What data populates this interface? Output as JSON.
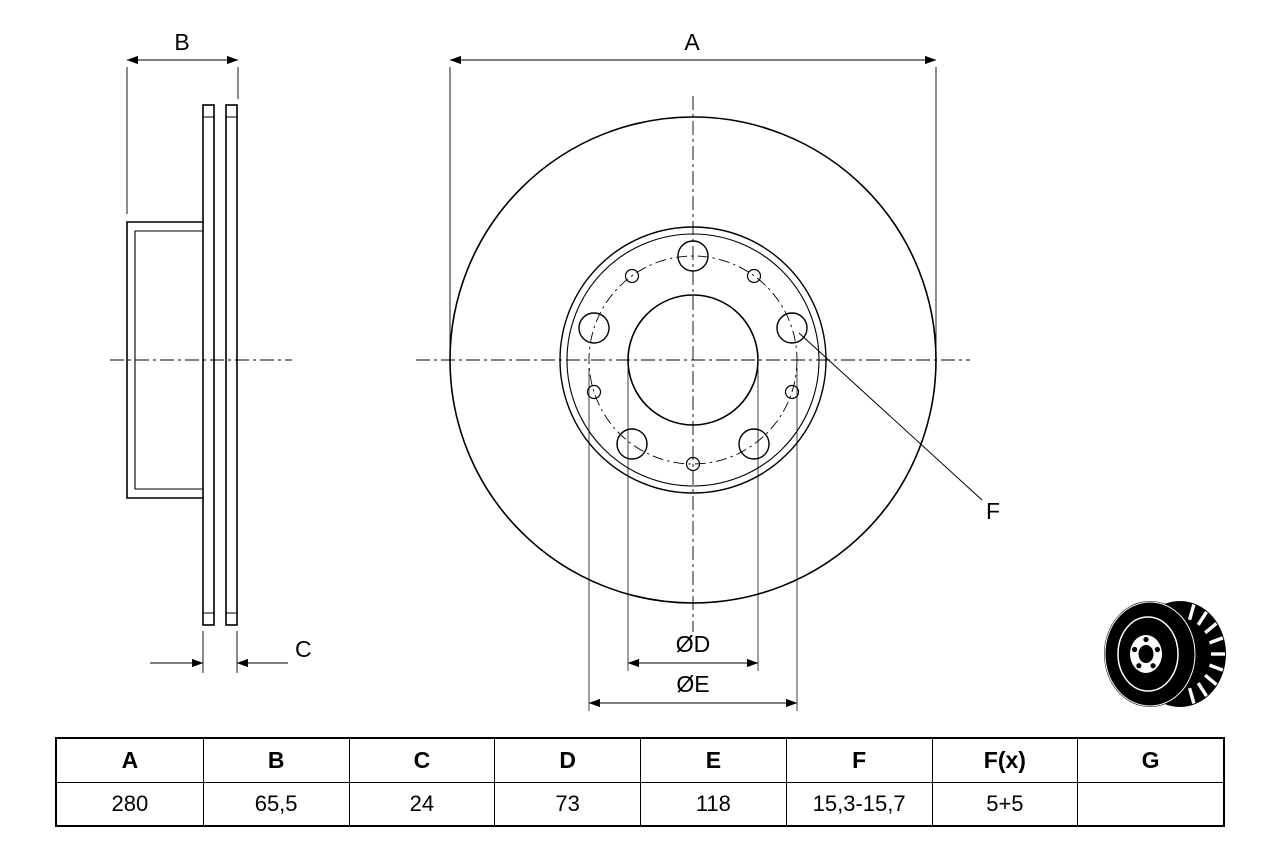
{
  "drawing": {
    "labels": {
      "a": "A",
      "b": "B",
      "c": "C",
      "f": "F",
      "d_dia": "ØD",
      "e_dia": "ØE"
    }
  },
  "table": {
    "headers": [
      "A",
      "B",
      "C",
      "D",
      "E",
      "F",
      "F(x)",
      "G"
    ],
    "values": [
      "280",
      "65,5",
      "24",
      "73",
      "118",
      "15,3-15,7",
      "5+5",
      ""
    ]
  },
  "colors": {
    "line": "#000000",
    "background": "#ffffff"
  }
}
